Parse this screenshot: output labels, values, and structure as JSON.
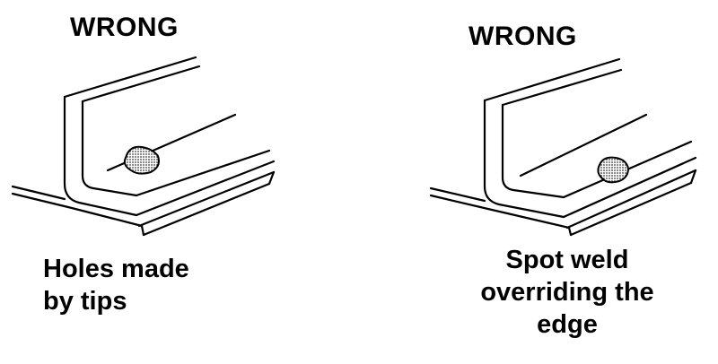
{
  "panels": [
    {
      "heading": "WRONG",
      "caption_lines": [
        "Holes made",
        "by tips"
      ]
    },
    {
      "heading": "WRONG",
      "caption_lines": [
        "Spot weld",
        "overriding the",
        "edge"
      ]
    }
  ],
  "colors": {
    "ink": "#000000",
    "weld_fill": "#8a8a8a",
    "background": "#ffffff"
  }
}
